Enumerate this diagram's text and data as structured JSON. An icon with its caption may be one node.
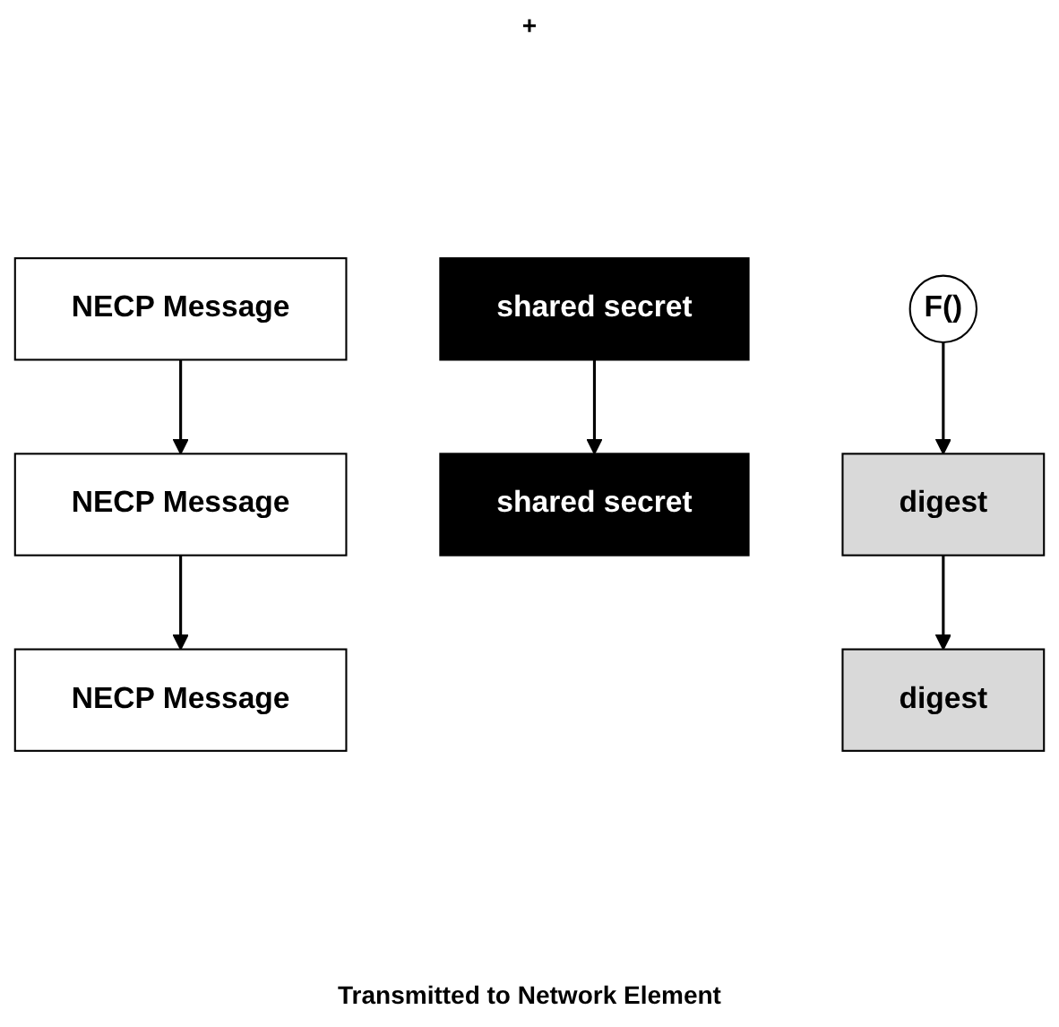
{
  "diagram": {
    "nodes": [
      {
        "text": [
          "NECP Message"
        ]
      },
      {
        "text": [
          "shared secret"
        ]
      },
      {
        "text": [
          "NECP Message"
        ]
      },
      {
        "text": [
          "shared secret"
        ]
      },
      {
        "text": [
          "F()"
        ]
      },
      {
        "text": [
          "digest"
        ]
      },
      {
        "text": [
          "NECP Message"
        ]
      },
      {
        "text": [
          "digest"
        ]
      }
    ],
    "edges": [
      {
        "from": 0,
        "to": 2,
        "arrow": "to"
      },
      {
        "from": 1,
        "to": 3,
        "arrow": "to"
      },
      {
        "from": 4,
        "to": 5,
        "arrow": "to"
      },
      {
        "from": 5,
        "to": 7,
        "arrow": "to"
      },
      {
        "from": 2,
        "to": 6,
        "arrow": "to"
      }
    ],
    "labels": [
      "+",
      "Transmitted to Network Element"
    ]
  }
}
